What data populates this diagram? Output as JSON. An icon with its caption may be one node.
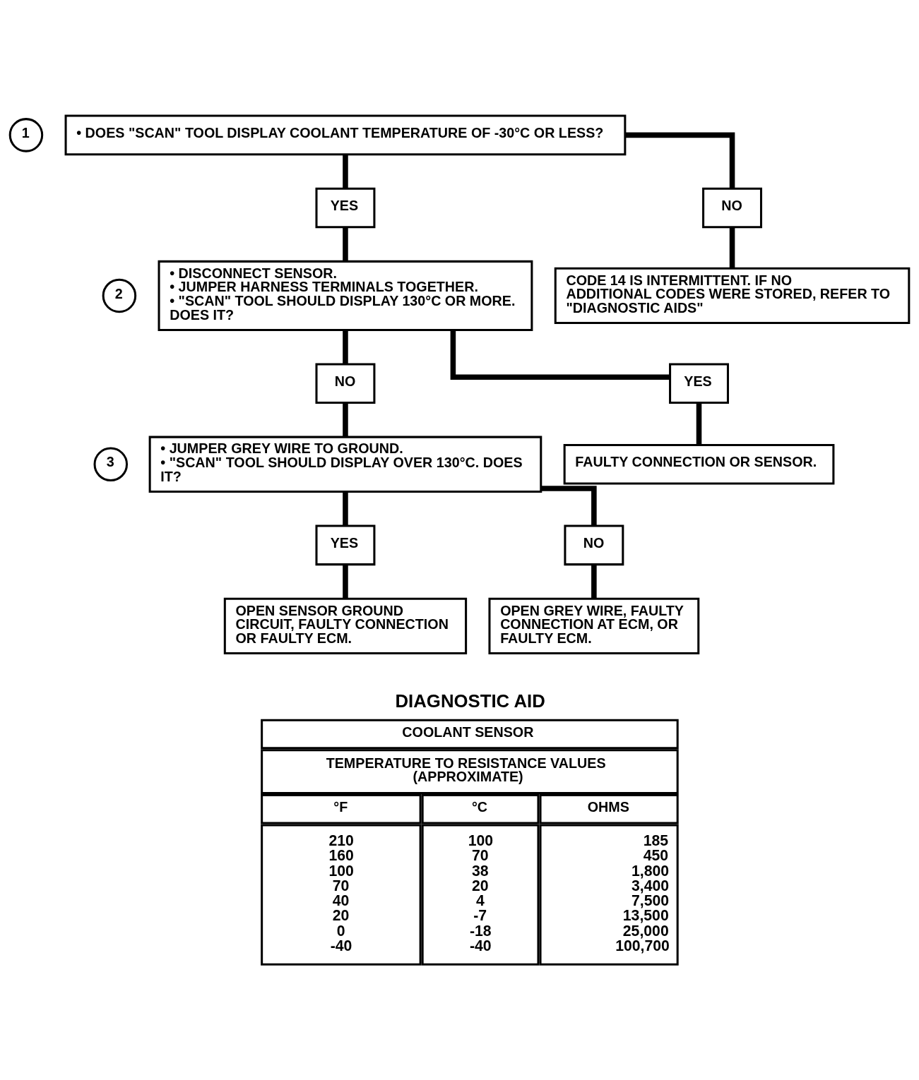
{
  "diagram": {
    "nodes": [
      {
        "text": [
          "1"
        ]
      },
      {
        "text": [
          "• DOES \"SCAN\" TOOL DISPLAY COOLANT TEMPERATURE OF -30°C OR LESS?"
        ]
      },
      {
        "text": [
          "YES"
        ]
      },
      {
        "text": [
          "NO"
        ]
      },
      {
        "text": [
          "2"
        ]
      },
      {
        "text": [
          "• DISCONNECT SENSOR.",
          "• JUMPER HARNESS TERMINALS TOGETHER.",
          "• \"SCAN\" TOOL SHOULD DISPLAY 130°C OR MORE. DOES IT?"
        ]
      },
      {
        "text": [
          "CODE 14 IS INTERMITTENT. IF NO ADDITIONAL CODES WERE STORED, REFER TO \"DIAGNOSTIC AIDS\""
        ]
      },
      {
        "text": [
          "NO"
        ]
      },
      {
        "text": [
          "YES"
        ]
      },
      {
        "text": [
          "3"
        ]
      },
      {
        "text": [
          "• JUMPER GREY WIRE TO GROUND.",
          "• \"SCAN\" TOOL SHOULD DISPLAY OVER 130°C. DOES IT?"
        ]
      },
      {
        "text": [
          "FAULTY CONNECTION OR SENSOR."
        ]
      },
      {
        "text": [
          "YES"
        ]
      },
      {
        "text": [
          "NO"
        ]
      },
      {
        "text": [
          "OPEN SENSOR GROUND CIRCUIT, FAULTY CONNECTION OR FAULTY ECM."
        ]
      },
      {
        "text": [
          "OPEN GREY WIRE, FAULTY CONNECTION AT ECM, OR FAULTY ECM."
        ]
      }
    ],
    "edges": [
      {
        "from": 1,
        "to": 2,
        "arrow": "none"
      },
      {
        "from": 2,
        "to": 5,
        "arrow": "none"
      },
      {
        "from": 1,
        "to": 3,
        "arrow": "none"
      },
      {
        "from": 3,
        "to": 6,
        "arrow": "none"
      },
      {
        "from": 5,
        "to": 7,
        "arrow": "none"
      },
      {
        "from": 7,
        "to": 10,
        "arrow": "none"
      },
      {
        "from": 5,
        "to": 8,
        "arrow": "none"
      },
      {
        "from": 8,
        "to": 11,
        "arrow": "none"
      },
      {
        "from": 10,
        "to": 12,
        "arrow": "none"
      },
      {
        "from": 12,
        "to": 14,
        "arrow": "none"
      },
      {
        "from": 10,
        "to": 13,
        "arrow": "none"
      },
      {
        "from": 13,
        "to": 15,
        "arrow": "none"
      }
    ],
    "labels": [
      "DIAGNOSTIC AID",
      "COOLANT SENSOR",
      "TEMPERATURE TO RESISTANCE VALUES (APPROXIMATE)",
      "°F",
      "°C",
      "OHMS",
      "210",
      "100",
      "185",
      "160",
      "70",
      "450",
      "100",
      "38",
      "1,800",
      "70",
      "20",
      "3,400",
      "40",
      "4",
      "7,500",
      "20",
      "-7",
      "13,500",
      "0",
      "-18",
      "25,000",
      "-40",
      "-40",
      "100,700"
    ]
  }
}
